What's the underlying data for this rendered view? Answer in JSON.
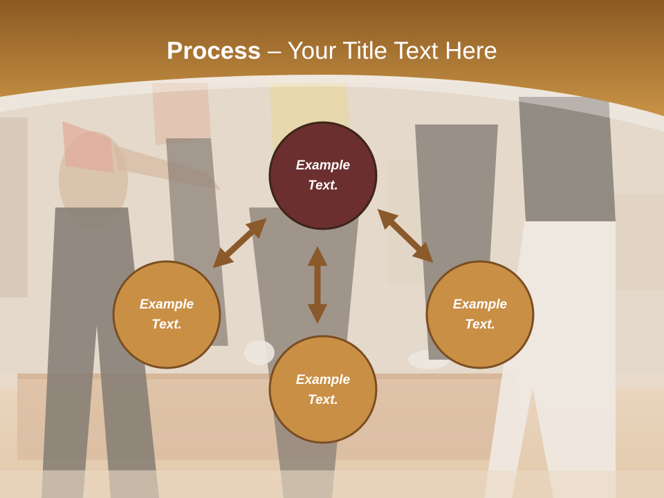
{
  "title": {
    "bold_part": "Process",
    "separator": " – ",
    "rest": "Your Title Text Here"
  },
  "nodes": {
    "top": {
      "line1": "Example",
      "line2": "Text."
    },
    "left": {
      "line1": "Example",
      "line2": "Text."
    },
    "right": {
      "line1": "Example",
      "line2": "Text."
    },
    "bottom": {
      "line1": "Example",
      "line2": "Text."
    }
  },
  "colors": {
    "band_top": "#8b5a22",
    "band_bottom": "#c48f45",
    "center_node": "#6b2f2f",
    "outer_node": "#c98f45",
    "node_border": "#3d2418",
    "arrow": "#8b5a2b"
  }
}
